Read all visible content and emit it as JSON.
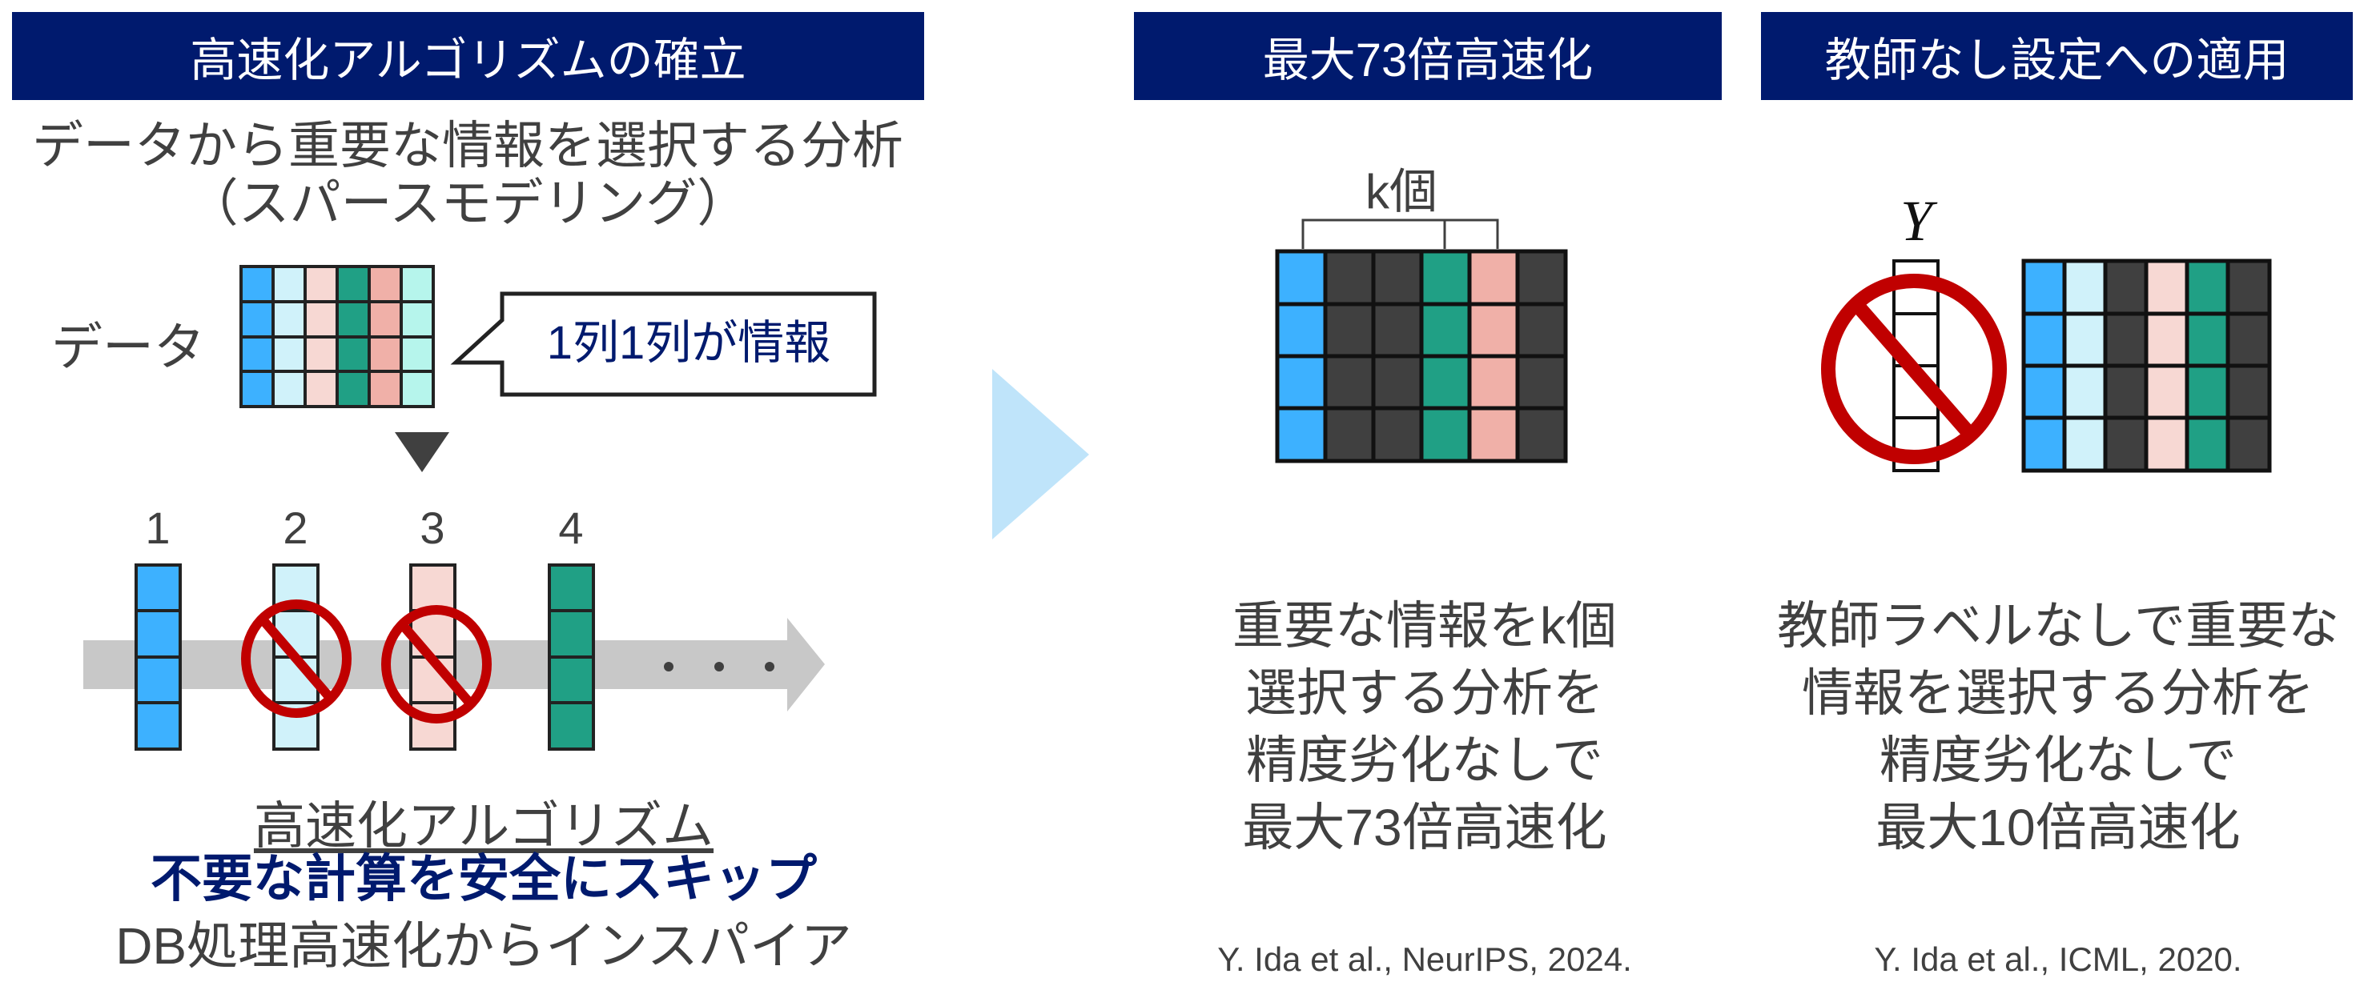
{
  "colors": {
    "navy": "#001A6E",
    "blue": "#3DB1FF",
    "light_blue": "#D0F2FA",
    "light_pink": "#F7D8D3",
    "green": "#20A085",
    "salmon": "#F0B0A8",
    "mint": "#B6F5EC",
    "dark": "#404040",
    "prohibit_red": "#C00000",
    "arrow_gray": "#C8C8C8",
    "chevron_blue": "#BFE4FA"
  },
  "left": {
    "header": "高速化アルゴリズムの確立",
    "subtitle_line1": "データから重要な情報を選択する分析",
    "subtitle_line2": "（スパースモデリング）",
    "data_label": "データ",
    "callout": "1列1列が情報",
    "column_numbers": [
      "1",
      "2",
      "3",
      "4"
    ],
    "algo_label": "高速化アルゴリズム",
    "skip_text": "不要な計算を安全にスキップ",
    "inspire_text": "DB処理高速化からインスパイア"
  },
  "middle": {
    "header": "最大73倍高速化",
    "k_label": "k個",
    "desc": [
      "重要な情報をk個",
      "選択する分析を",
      "精度劣化なしで",
      "最大73倍高速化"
    ],
    "citation": "Y. Ida et al., NeurIPS, 2024."
  },
  "right": {
    "header": "教師なし設定への適用",
    "y_label": "Y",
    "desc": [
      "教師ラベルなしで重要な",
      "情報を選択する分析を",
      "精度劣化なしで",
      "最大10倍高速化"
    ],
    "citation": "Y. Ida et al., ICML, 2020."
  }
}
